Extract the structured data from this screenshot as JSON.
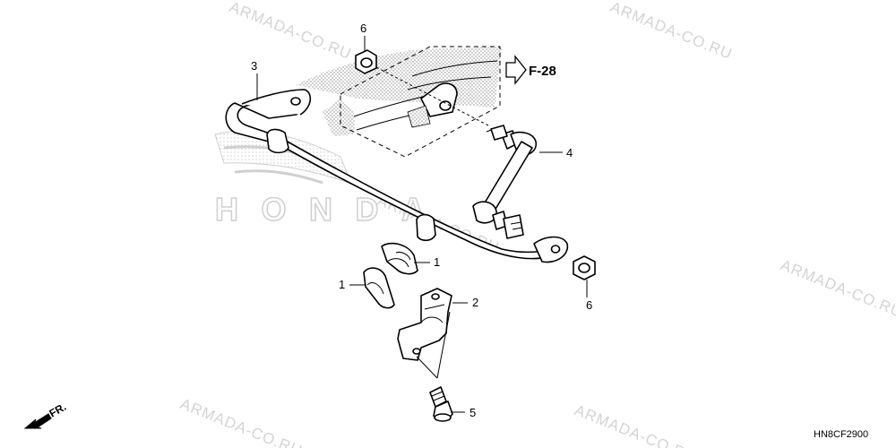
{
  "watermarks": [
    "ARMADA-CO.RU",
    "ARMADA-CO.RU",
    "ARMADA-CO.RU",
    "ARMADA-CO.RU",
    "ARMADA-CO.RU",
    "ARMADA-CO.RU"
  ],
  "brand_mark_text": "HONDA",
  "reference": {
    "label": "F-28"
  },
  "direction": {
    "label": "FR."
  },
  "diagram_code": "HN8CF2900",
  "callouts": [
    "1",
    "1",
    "2",
    "3",
    "4",
    "5",
    "6",
    "6"
  ],
  "colors": {
    "ink": "#000000",
    "watermark": "#d4d4d4",
    "stipple": "#9a9a9a"
  }
}
